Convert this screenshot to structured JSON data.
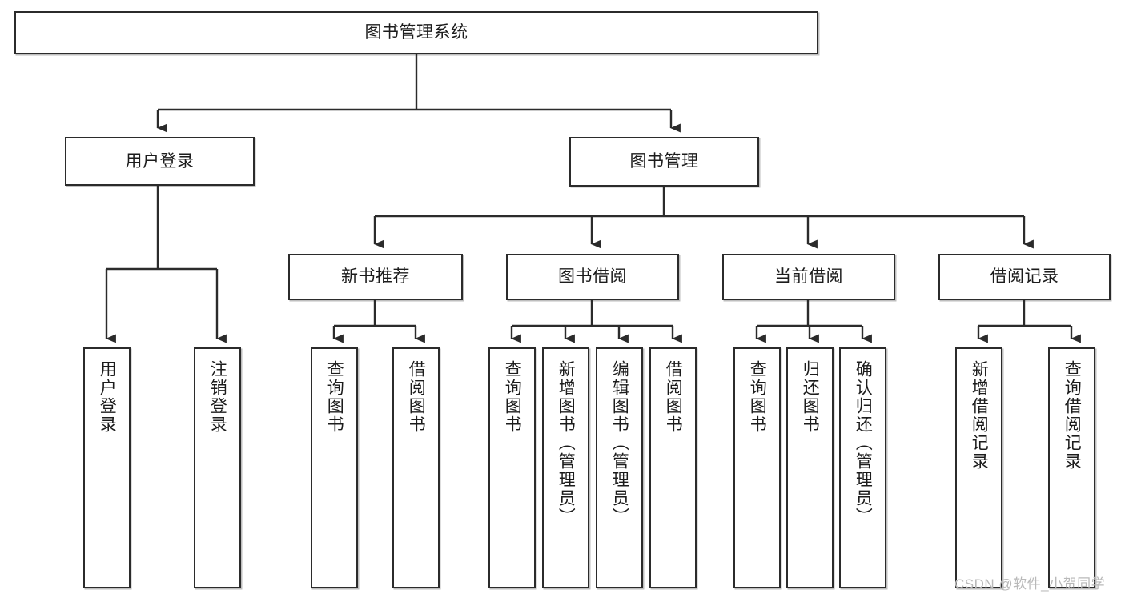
{
  "diagram": {
    "type": "tree-hierarchy",
    "title": "图书管理系统",
    "watermark": "CSDN @软件_小贺同学",
    "colors": {
      "box_border": "#2b2b2b",
      "box_fill": "#ffffff",
      "edge": "#2b2b2b",
      "text": "#1c1c1c",
      "watermark": "#b9b9b9",
      "background": "#ffffff"
    },
    "nodes": {
      "root": {
        "label": "图书管理系统"
      },
      "level2": [
        {
          "id": "user-login",
          "label": "用户登录"
        },
        {
          "id": "book-management",
          "label": "图书管理"
        }
      ],
      "level3": [
        {
          "id": "new-book-recommend",
          "label": "新书推荐"
        },
        {
          "id": "book-borrow",
          "label": "图书借阅"
        },
        {
          "id": "current-borrow",
          "label": "当前借阅"
        },
        {
          "id": "borrow-record",
          "label": "借阅记录"
        }
      ],
      "leaves": {
        "user_login": [
          {
            "id": "leaf-user-login",
            "label": "用户登录"
          },
          {
            "id": "leaf-logout-login",
            "label": "注销登录"
          }
        ],
        "new_book_recommend": [
          {
            "id": "leaf-query-book-1",
            "label": "查询图书"
          },
          {
            "id": "leaf-borrow-book-1",
            "label": "借阅图书"
          }
        ],
        "book_borrow": [
          {
            "id": "leaf-query-book-2",
            "label": "查询图书"
          },
          {
            "id": "leaf-add-book",
            "label": "新增图书（管理员）"
          },
          {
            "id": "leaf-edit-book",
            "label": "编辑图书（管理员）"
          },
          {
            "id": "leaf-borrow-book-2",
            "label": "借阅图书"
          }
        ],
        "current_borrow": [
          {
            "id": "leaf-query-book-3",
            "label": "查询图书"
          },
          {
            "id": "leaf-return-book",
            "label": "归还图书"
          },
          {
            "id": "leaf-confirm-return",
            "label": "确认归还（管理员）"
          }
        ],
        "borrow_record": [
          {
            "id": "leaf-add-record",
            "label": "新增借阅记录"
          },
          {
            "id": "leaf-query-record",
            "label": "查询借阅记录"
          }
        ]
      }
    }
  }
}
